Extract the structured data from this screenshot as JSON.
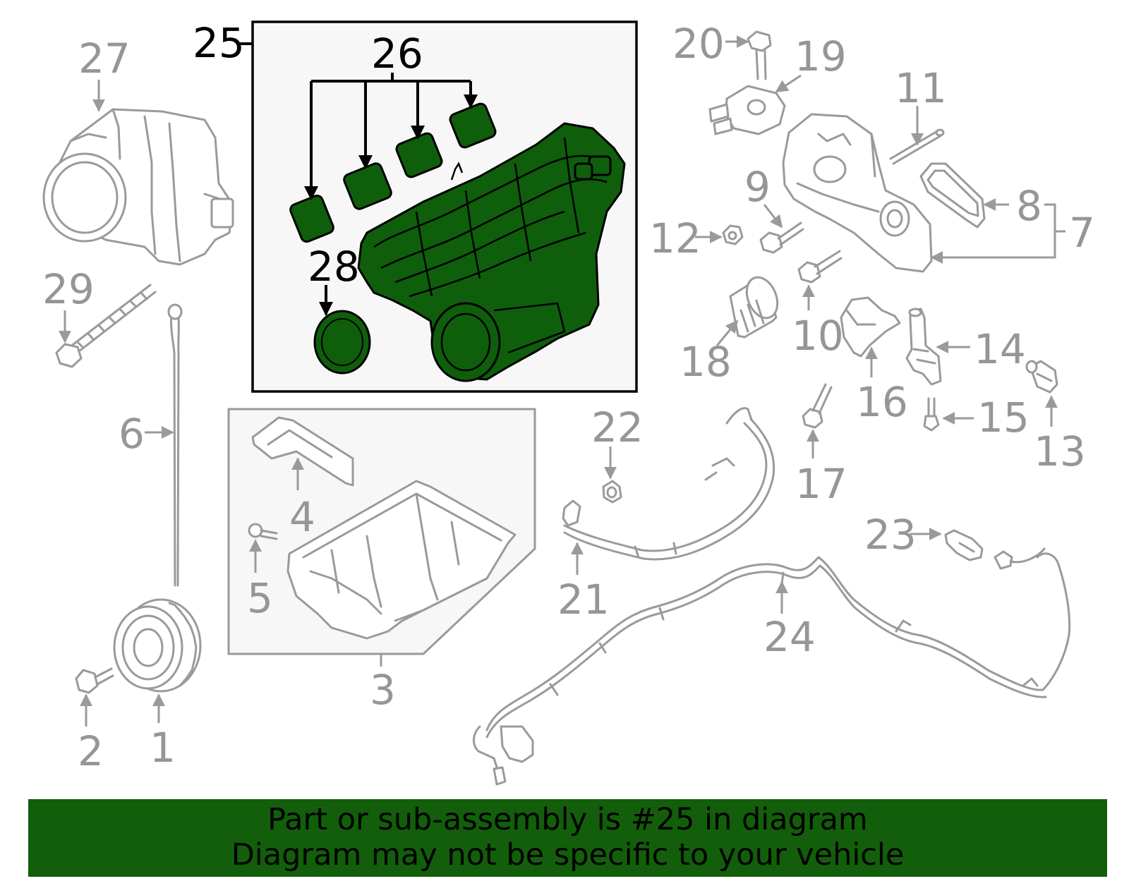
{
  "highlight": {
    "part_number": "25",
    "color": "#135e0b",
    "outline_color": "#000000"
  },
  "callouts": {
    "c1": "1",
    "c2": "2",
    "c3": "3",
    "c4": "4",
    "c5": "5",
    "c6": "6",
    "c7": "7",
    "c8": "8",
    "c9": "9",
    "c10": "10",
    "c11": "11",
    "c12": "12",
    "c13": "13",
    "c14": "14",
    "c15": "15",
    "c16": "16",
    "c17": "17",
    "c18": "18",
    "c19": "19",
    "c20": "20",
    "c21": "21",
    "c22": "22",
    "c23": "23",
    "c24": "24",
    "c25": "25",
    "c26": "26",
    "c27": "27",
    "c28": "28",
    "c29": "29"
  },
  "banner": {
    "line1": "Part or sub-assembly is #25 in diagram",
    "line2": "Diagram may not be specific to your vehicle",
    "background": "#135e0b"
  }
}
